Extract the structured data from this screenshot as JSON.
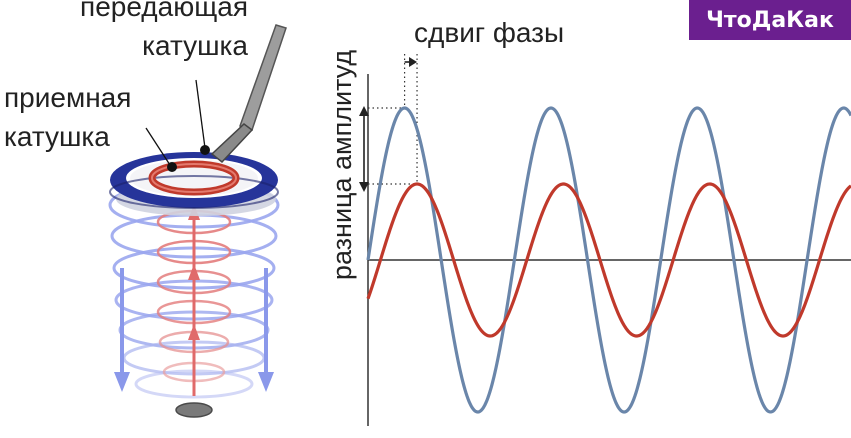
{
  "labels": {
    "transmit_coil_line1": "передающая",
    "transmit_coil_line2": "катушка",
    "receive_coil_line1": "приемная",
    "receive_coil_line2": "катушка",
    "phase_shift": "сдвиг фазы",
    "amplitude_difference": "разница амплитуд"
  },
  "watermark": "ЧтоДаКак",
  "colors": {
    "transmit": "#6a86aa",
    "receive": "#c0392b",
    "coil_ring_outer": "#2b3aa0",
    "field_blue": "#7f8fe6",
    "field_red": "#e06a6a",
    "watermark_bg": "#6b1f8f"
  },
  "waves": {
    "transmit": {
      "amplitude": 1.0,
      "cycles": 3.3
    },
    "receive": {
      "amplitude": 0.5,
      "cycles": 3.3,
      "phase_shift_fraction": 0.085
    }
  }
}
